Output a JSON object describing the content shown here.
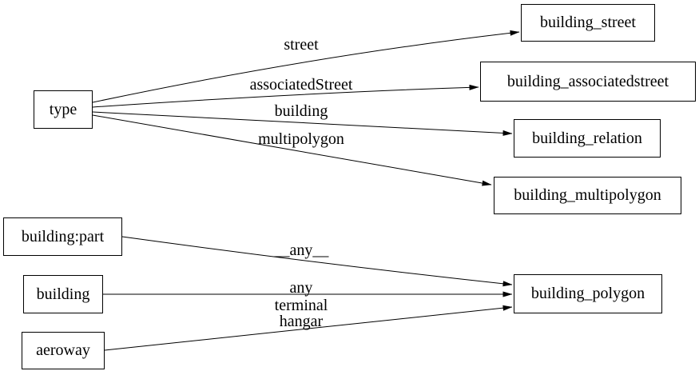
{
  "diagram": {
    "background_color": "#ffffff",
    "stroke_color": "#000000",
    "nodes": [
      {
        "id": "type",
        "label": "type"
      },
      {
        "id": "building_street",
        "label": "building_street"
      },
      {
        "id": "building_associatedstreet",
        "label": "building_associatedstreet"
      },
      {
        "id": "building_relation",
        "label": "building_relation"
      },
      {
        "id": "building_multipolygon",
        "label": "building_multipolygon"
      },
      {
        "id": "building:part",
        "label": "building:part"
      },
      {
        "id": "building",
        "label": "building"
      },
      {
        "id": "aeroway",
        "label": "aeroway"
      },
      {
        "id": "building_polygon",
        "label": "building_polygon"
      }
    ],
    "edges": [
      {
        "from": "type",
        "to": "building_street",
        "label": "street"
      },
      {
        "from": "type",
        "to": "building_associatedstreet",
        "label": "associatedStreet"
      },
      {
        "from": "type",
        "to": "building_relation",
        "label": "building"
      },
      {
        "from": "type",
        "to": "building_multipolygon",
        "label": "multipolygon"
      },
      {
        "from": "building:part",
        "to": "building_polygon",
        "label": "__any__"
      },
      {
        "from": "building",
        "to": "building_polygon",
        "label": "__any__"
      },
      {
        "from": "aeroway",
        "to": "building_polygon",
        "label": "terminal\nhangar"
      }
    ]
  }
}
